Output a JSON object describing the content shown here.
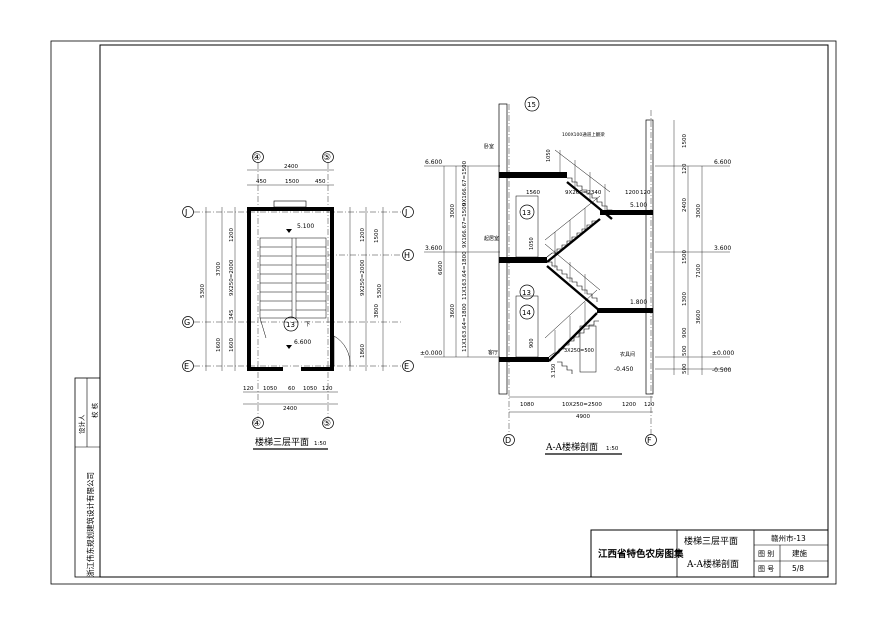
{
  "sheet": {
    "company": "浙江伟东规划建筑设计有限公司",
    "sign_designer": "设计人",
    "sign_checker": "校 核"
  },
  "titleblock": {
    "collection": "江西省特色农房图集",
    "drawing_name_1": "楼梯三层平面",
    "drawing_name_2": "A-A楼梯剖面",
    "series_code": "赣州市-13",
    "category_label": "图 别",
    "category_value": "建施",
    "number_label": "图 号",
    "number_value": "5/8"
  },
  "plan": {
    "title": "楼梯三层平面",
    "scale": "1:50",
    "axis_left": "④",
    "axis_right": "⑤",
    "axes_rows": [
      "J",
      "H",
      "G",
      "E"
    ],
    "dims_top": [
      "2400",
      "450",
      "1500",
      "450"
    ],
    "dims_bottom": [
      "120",
      "1050",
      "60",
      "1050",
      "120",
      "2400"
    ],
    "dims_left": [
      "3700",
      "9X250=2000",
      "5300",
      "1200",
      "345",
      "1600",
      "1600"
    ],
    "dims_right": [
      "1200",
      "1500",
      "9X250=2000",
      "3800",
      "5300",
      "1860"
    ],
    "level_top": "5.100",
    "level_mid": "6.600",
    "tag": "13",
    "up_label": "下"
  },
  "section": {
    "title": "A-A楼梯剖面",
    "scale": "1:50",
    "axis_left": "D",
    "axis_right": "F",
    "tags": [
      "15",
      "13",
      "13",
      "14"
    ],
    "railing_note": "100X100通道上翻梁",
    "levels_left": [
      "6.600",
      "3.600",
      "±0.000"
    ],
    "levels_right": [
      "6.600",
      "3.600",
      "±0.000",
      "-0.500"
    ],
    "levels_inner": [
      "5.100",
      "1.800",
      "-0.450",
      "3.150"
    ],
    "dims_left": [
      "3000",
      "6600",
      "3600"
    ],
    "dims_left_steps": [
      "9X166.67=1500",
      "9X166.67=1500",
      "11X163.64=1800",
      "11X163.64=1800"
    ],
    "dims_right": [
      "1500",
      "120",
      "2400",
      "3000",
      "1500",
      "7100",
      "1300",
      "900",
      "500",
      "3600",
      "500"
    ],
    "dims_bottom": [
      "1080",
      "10X250=2500",
      "1200",
      "120",
      "4900"
    ],
    "dims_inner": [
      "1560",
      "9X260=2340",
      "1200",
      "120",
      "1050",
      "1050",
      "900"
    ],
    "room_labels": [
      "卧室",
      "起居室",
      "客厅",
      "农具间"
    ],
    "stair_note": "3X250=500"
  }
}
